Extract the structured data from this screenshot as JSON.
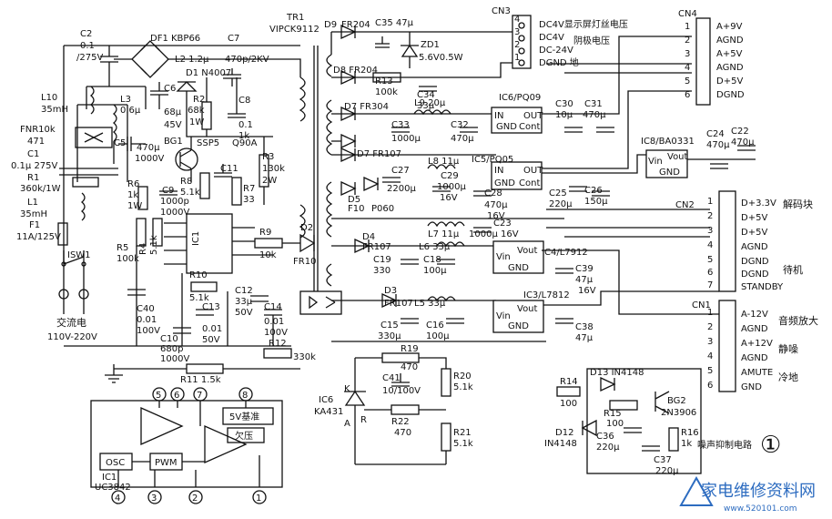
{
  "mains": {
    "c2": "C2",
    "c2_val": "0.1",
    "c2_v": "/275V",
    "l10": "L10",
    "l10_val": "35mH",
    "fnr": "FNR10k",
    "fnr2": "471",
    "c1": "C1",
    "c1_val": "0.1μ 275V",
    "r1": "R1",
    "r1_val": "360k/1W",
    "l1": "L1",
    "l1_val": "35mH",
    "f1": "F1",
    "f1_val": "11A/125V",
    "sw": "ISW1",
    "ac": "交流电",
    "ac_v": "110V-220V"
  },
  "primary": {
    "df1": "DF1 KBP66",
    "c7": "C7",
    "c7_val": "470p/2KV",
    "l2": "L2 1.2μ",
    "c6": "C6",
    "c6_v": "68μ",
    "c6_v2": "45V",
    "d1": "D1 N4007",
    "r2": "R2",
    "r2_v": "68k",
    "r2_w": "1W",
    "c8": "C8",
    "c8_v": "0.1",
    "c8_v2": "1k",
    "l3": "L3",
    "l3_v": "0.6μ",
    "c5": "C5",
    "c5_v": "470μ",
    "c5_v2": "1000V",
    "bg1": "BG1",
    "ssp": "SSP5",
    "q90": "Q90A",
    "r3": "R3",
    "r3_v": "130k",
    "r3_w": "2W",
    "c11": "C11",
    "r7": "R7",
    "r7_v": "33",
    "r8": "R8",
    "r8_v": "5.1k",
    "r6": "R6",
    "r6_v": "1k",
    "r6_w": "1W",
    "c9": "C9",
    "c9_v": "1000p",
    "c9_v2": "1000V",
    "r5": "R5",
    "r5_v": "100k",
    "r4": "R4",
    "r4_v": "5.1k",
    "ic1": "IC1",
    "r9": "R9",
    "r9_v": "10k",
    "d2": "D2",
    "fr10": "FR10",
    "r10": "R10",
    "r10_v": "5.1k",
    "c12": "C12",
    "c12_v": "33μ",
    "c12_v2": "50V",
    "c13": "C13",
    "c13_v": "0.01",
    "c13_v2": "50V",
    "c14": "C14",
    "c14_v": "0.01",
    "c14_v2": "100V",
    "c40": "C40",
    "c40_v": "0.01",
    "c40_v2": "100V",
    "c10": "C10",
    "c10_v": "680p",
    "c10_v2": "1000V",
    "r12": "R12",
    "r12_v": "330k",
    "r11": "R11 1.5k",
    "tr1": "TR1",
    "tr1_v": "VIPCK9112"
  },
  "secondary": {
    "d9": "D9",
    "fr204a": "FR204",
    "c35": "C35 47μ",
    "zd1": "ZD1",
    "zd1_v": "5.6V0.5W",
    "d8": "D8 FR204",
    "r13": "R13",
    "r13_v": "100k",
    "c34": "C34",
    "c34_v": "33μ",
    "d7": "D7 FR304",
    "l9": "L9 20μ",
    "c33": "C33",
    "c33_v": "1000μ",
    "c32": "C32",
    "c32_v": "470μ",
    "d7b": "D7 FR107",
    "c27": "C27",
    "c27_v": "2200μ",
    "l8": "L8 11μ",
    "c29": "C29",
    "c29_v": "1000μ",
    "c29_v2": "16V",
    "c28": "C28",
    "c28_v": "470μ",
    "c28_v2": "16V",
    "d5": "D5",
    "f10": "F10",
    "p060": "P060",
    "c23": "C23",
    "c23_v": "1000μ 16V",
    "l7": "L7 11μ",
    "d4": "D4",
    "fr107a": "FR107",
    "l6": "L6 33μ",
    "c19": "C19",
    "c19_v": "330",
    "c18": "C18",
    "c18_v": "100μ",
    "d3": "D3",
    "fr107b": "FR107",
    "l5": "L5 33μ",
    "c15": "C15",
    "c15_v": "330μ",
    "c16": "C16",
    "c16_v": "100μ",
    "c25": "C25",
    "c25_v": "220μ",
    "c26": "C26",
    "c26_v": "150μ",
    "c30": "C30",
    "c30_v": "10μ",
    "c31": "C31",
    "c31_v": "470μ",
    "c24": "C24",
    "c24_v": "470μ",
    "c22": "C22",
    "c22_v": "470μ",
    "c39": "C39",
    "c39_v": "47μ",
    "c39_v2": "16V",
    "c38": "C38",
    "c38_v": "47μ"
  },
  "ics": {
    "ic6pq": "IC6/PQ09",
    "ic5pq": "IC5/PQ05",
    "ic8": "IC8/BA0331",
    "ic4": "C4/L7912",
    "ic3": "IC3/L7812",
    "in": "IN",
    "out": "OUT",
    "gnd": "GND",
    "cont": "Cont",
    "vin": "Vin",
    "vout": "Vout",
    "ic6ka": "IC6",
    "ka431": "KA431",
    "k": "K",
    "r": "R",
    "a": "A"
  },
  "feedback": {
    "r19": "R19",
    "r19_v": "470",
    "c41": "C41",
    "c41_v": "10/100V",
    "r20": "R20",
    "r20_v": "5.1k",
    "r22": "R22",
    "r22_v": "470",
    "r21": "R21",
    "r21_v": "5.1k"
  },
  "mute": {
    "r14": "R14",
    "r14_v": "100",
    "d13": "D13 IN4148",
    "r15": "R15",
    "r15_v": "100",
    "bg2": "BG2",
    "bg2_v": "2N3906",
    "d12": "D12",
    "d12_v": "IN4148",
    "c36": "C36",
    "c36_v": "220μ",
    "r16": "R16",
    "r16_v": "1k",
    "c37": "C37",
    "c37_v": "220μ",
    "title": "噪声抑制电路"
  },
  "cn3": {
    "name": "CN3",
    "pins": [
      "4",
      "3",
      "2",
      "1"
    ],
    "l1": "DC4V显示屏灯丝电压",
    "l2": "DC4V",
    "l2b": "阴极电压",
    "l3": "DC-24V",
    "l4": "DGND 地"
  },
  "cn4": {
    "name": "CN4",
    "pins": [
      "1",
      "2",
      "3",
      "4",
      "5",
      "6"
    ],
    "labels": [
      "A+9V",
      "AGND",
      "A+5V",
      "AGND",
      "D+5V",
      "DGND"
    ]
  },
  "cn2": {
    "name": "CN2",
    "pins": [
      "1",
      "2",
      "3",
      "4",
      "5",
      "6",
      "7"
    ],
    "labels": [
      "D+3.3V",
      "D+5V",
      "D+5V",
      "AGND",
      "DGND",
      "DGND",
      "STANDBY"
    ],
    "tag1": "解码块",
    "tag2": "待机"
  },
  "cn1": {
    "name": "CN1",
    "pins": [
      "1",
      "2",
      "3",
      "4",
      "5",
      "6"
    ],
    "labels": [
      "A-12V",
      "AGND",
      "A+12V",
      "AGND",
      "AMUTE",
      "GND"
    ],
    "tag1": "音频放大",
    "tag2": "静噪",
    "tag3": "冷地"
  },
  "inset": {
    "pin5": "5",
    "pin6": "6",
    "pin7": "7",
    "pin8": "8",
    "ref5v": "5V基准",
    "uv": "欠压",
    "osc": "OSC",
    "pwm": "PWM",
    "ic": "IC1",
    "ic_v": "UC3842",
    "pin4": "4",
    "pin3": "3",
    "pin2": "2",
    "pin1": "1"
  },
  "misc": {
    "circled1": "①",
    "watermark": "家电维修资料网",
    "watermark_url": "www.520101.com"
  }
}
